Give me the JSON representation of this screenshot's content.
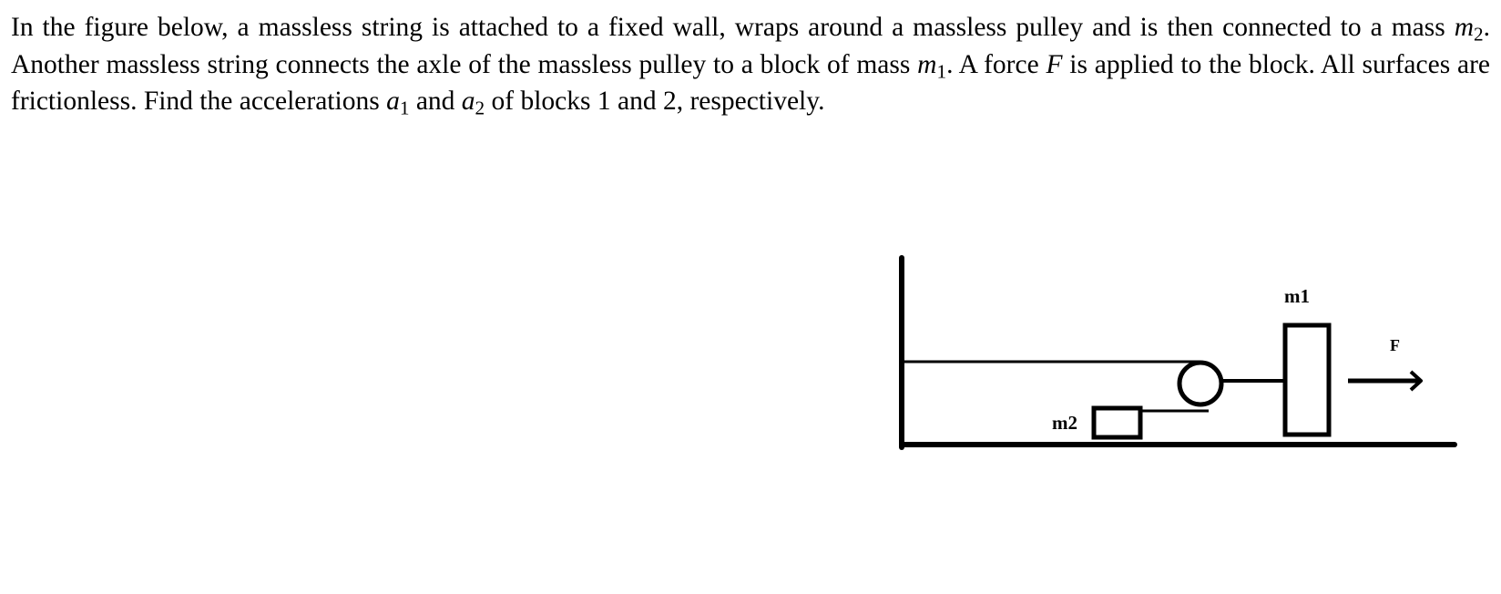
{
  "problem": {
    "part1": "In the figure below, a massless string is attached to a fixed wall, wraps around a massless pulley and is then connected to a mass ",
    "m2_symbol": "m",
    "m2_sub": "2",
    "part2": ". Another massless string connects the axle of the massless pulley to a block of mass ",
    "m1_symbol": "m",
    "m1_sub": "1",
    "part3": ". A force ",
    "F_symbol": "F",
    "part4": " is applied to the block. All surfaces are frictionless. Find the accelerations ",
    "a1_symbol": "a",
    "a1_sub": "1",
    "part5": " and ",
    "a2_symbol": "a",
    "a2_sub": "2",
    "part6": " of blocks 1 and 2, respectively."
  },
  "figure": {
    "label_m1": "m1",
    "label_m2": "m2",
    "label_F": "F"
  }
}
